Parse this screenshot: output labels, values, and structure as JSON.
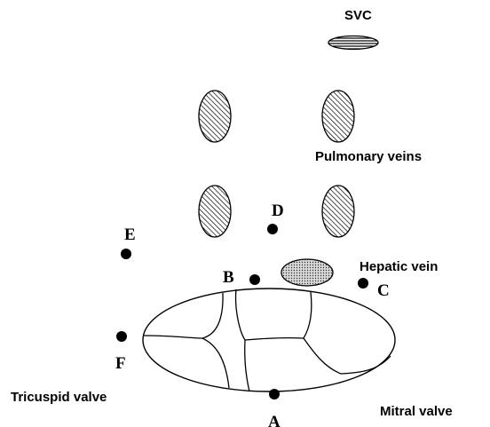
{
  "labels": {
    "svc": "SVC",
    "pulmonary_veins": "Pulmonary veins",
    "hepatic_vein": "Hepatic vein",
    "tricuspid_valve": "Tricuspid valve",
    "mitral_valve": "Mitral valve"
  },
  "points": {
    "a": "A",
    "b": "B",
    "c": "C",
    "d": "D",
    "e": "E",
    "f": "F"
  },
  "colors": {
    "ink": "#000000",
    "background": "#ffffff"
  }
}
